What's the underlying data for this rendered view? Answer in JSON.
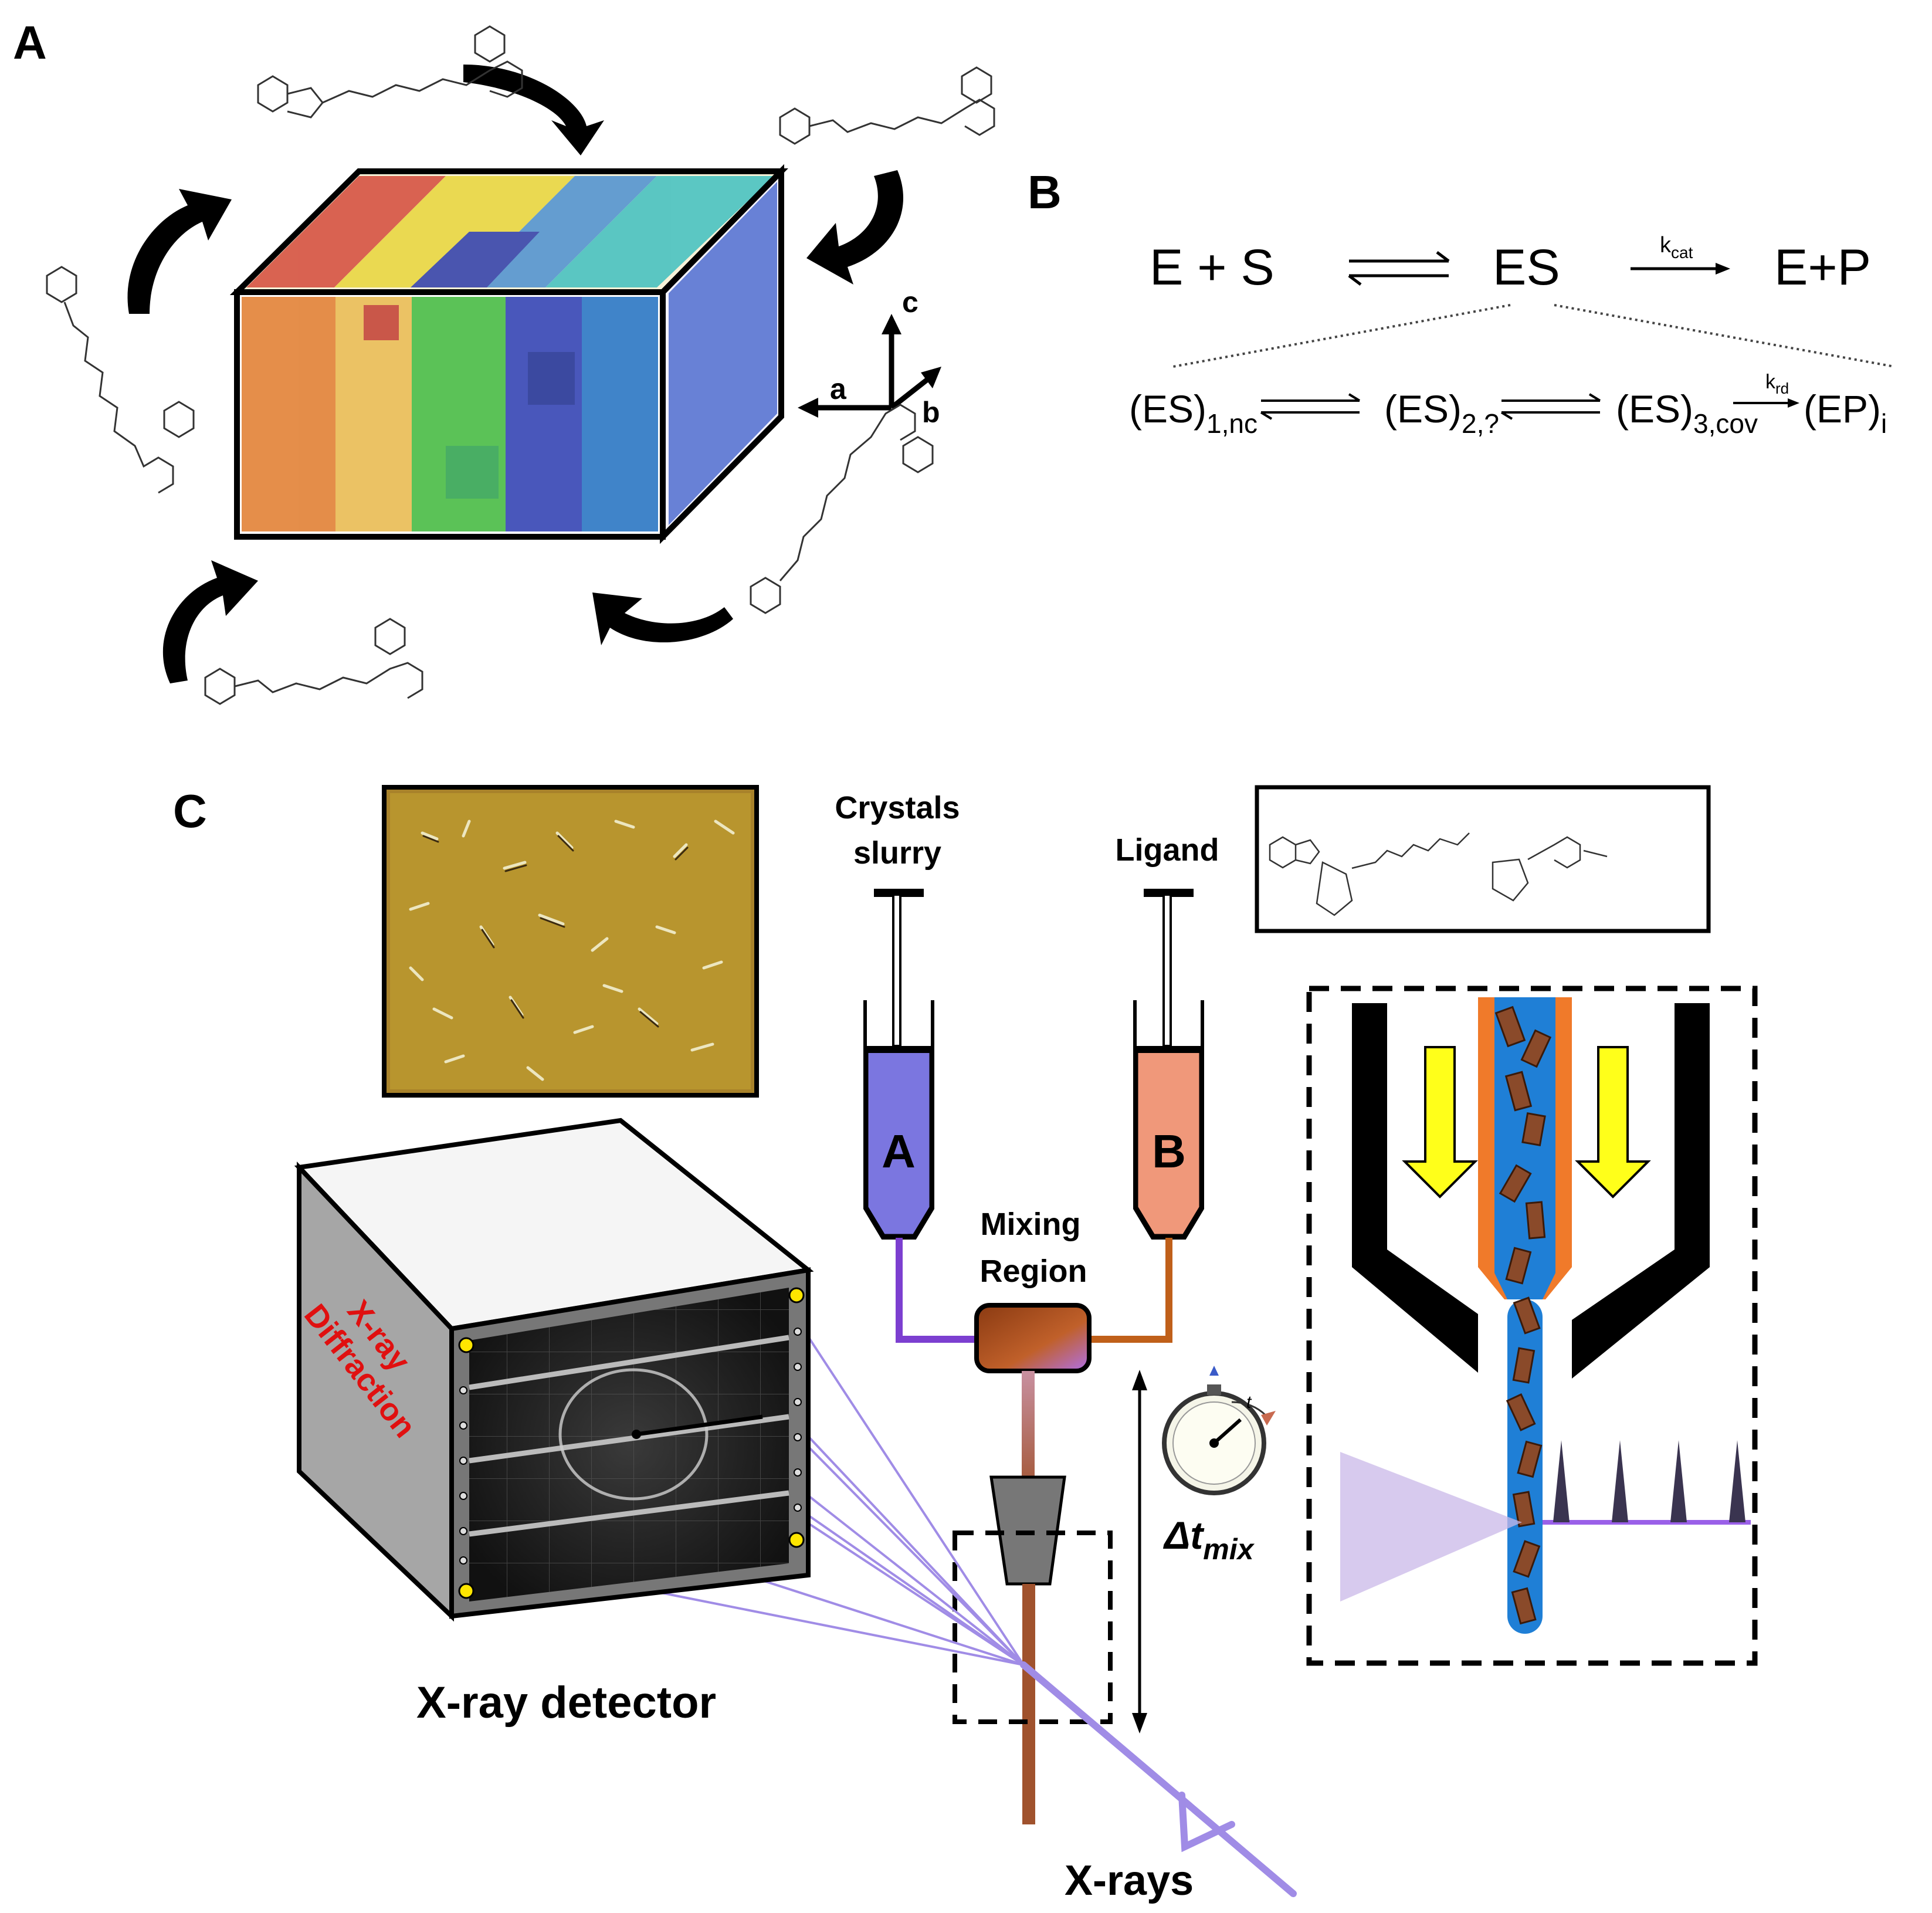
{
  "panels": {
    "a": "A",
    "b": "B",
    "c": "C"
  },
  "panel_a": {
    "axis_labels": {
      "a": "a",
      "b": "b",
      "c": "c"
    }
  },
  "panel_b": {
    "top": {
      "reactants": "E + S",
      "complex": "ES",
      "products": "E+P",
      "kcat": "k",
      "kcat_sub": "cat"
    },
    "bottom": {
      "s1": "(ES)",
      "s1_sub": "1,nc",
      "s2": "(ES)",
      "s2_sub": "2,?",
      "s3": "(ES)",
      "s3_sub": "3,cov",
      "s4": "(EP)",
      "s4_sub": "i",
      "krd": "k",
      "krd_sub": "rd"
    }
  },
  "panel_c": {
    "syringe_a_title_1": "Crystals",
    "syringe_a_title_2": "slurry",
    "syringe_b_title": "Ligand",
    "syringe_a_letter": "A",
    "syringe_b_letter": "B",
    "mixing_1": "Mixing",
    "mixing_2": "Region",
    "detector_label": "X-ray detector",
    "diffraction_1": "X-ray",
    "diffraction_2": "Diffraction",
    "xrays": "X-rays",
    "dt": "Δt",
    "dt_sub": "mix",
    "stopwatch_t": "t"
  },
  "colors": {
    "syringe_a": "#7b76e0",
    "syringe_b": "#f0987a",
    "beam": "#a08ce6",
    "jet_brown": "#a0522d",
    "jet_blue": "#1f7fd6",
    "nozzle_orange": "#f07a2a",
    "arrow_yellow": "#ffff1a",
    "diffraction_red": "#e01010"
  }
}
